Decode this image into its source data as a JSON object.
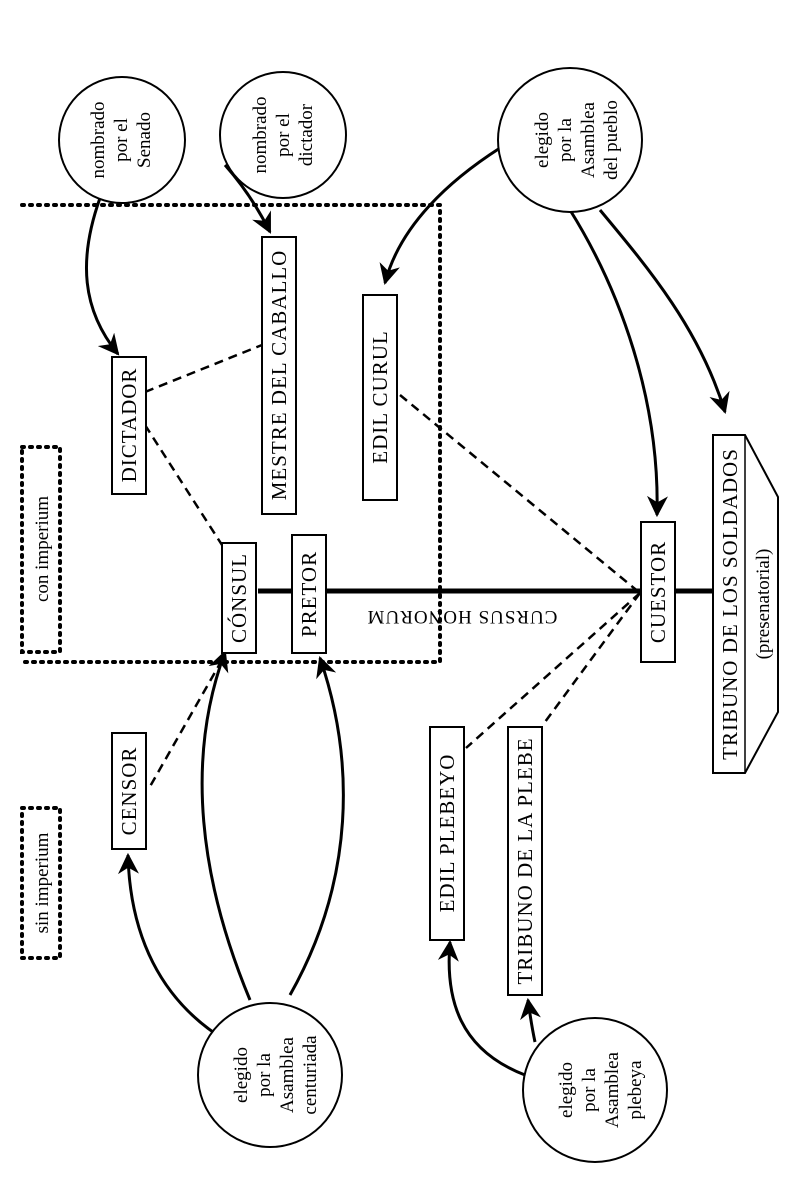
{
  "offices": {
    "dictador": "DICTADOR",
    "mestre": "MESTRE DEL CABALLO",
    "edil_curul": "EDIL CURUL",
    "consul": "CÓNSUL",
    "pretor": "PRETOR",
    "cuestor": "CUESTOR",
    "tribuno_soldados": "TRIBUNO DE LOS SOLDADOS",
    "presenatorial": "(presenatorial)",
    "censor": "CENSOR",
    "edil_plebeyo": "EDIL PLEBEYO",
    "tribuno_plebe": "TRIBUNO DE LA PLEBE"
  },
  "electors": {
    "senado": [
      "nombrado",
      "por el",
      "Senado"
    ],
    "dictador": [
      "nombrado",
      "por el",
      "dictador"
    ],
    "pueblo": [
      "elegido",
      "por la",
      "Asamblea",
      "del pueblo"
    ],
    "centuriada": [
      "elegido",
      "por la",
      "Asamblea",
      "centuriada"
    ],
    "plebeya": [
      "elegido",
      "por la",
      "Asamblea",
      "plebeya"
    ]
  },
  "legend": {
    "con_imperium": "con imperium",
    "sin_imperium": "sin imperium"
  },
  "axis": {
    "cursus": "CURSUS HONORUM"
  }
}
